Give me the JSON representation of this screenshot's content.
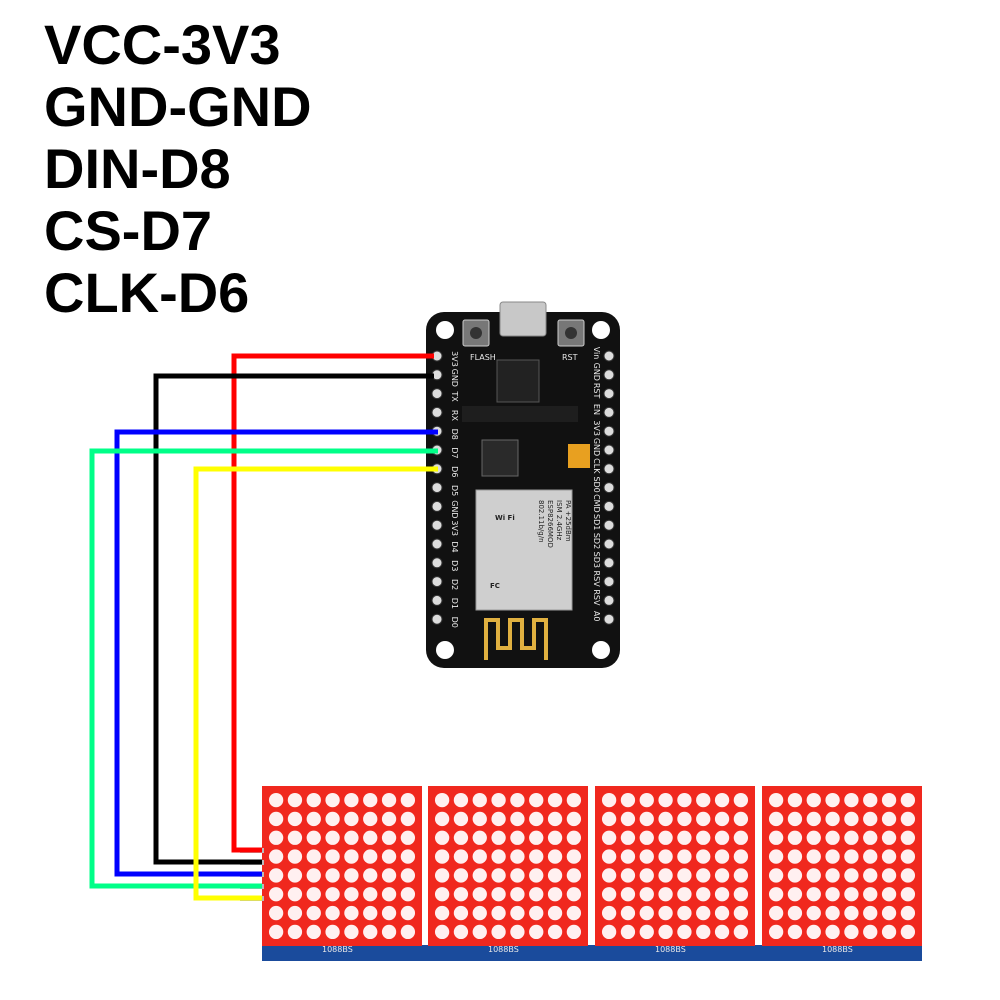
{
  "connections": [
    {
      "label": "VCC-3V3",
      "wire_color": "#ff0000",
      "board_pin": "3V3"
    },
    {
      "label": "GND-GND",
      "wire_color": "#000000",
      "board_pin": "GND"
    },
    {
      "label": "DIN-D8",
      "wire_color": "#0000ff",
      "board_pin": "D8"
    },
    {
      "label": "CS-D7",
      "wire_color": "#00ff88",
      "board_pin": "D7"
    },
    {
      "label": "CLK-D6",
      "wire_color": "#ffff00",
      "board_pin": "D6"
    }
  ],
  "board": {
    "pins_left": [
      "3V3",
      "GND",
      "TX",
      "RX",
      "D8",
      "D7",
      "D6",
      "D5",
      "GND",
      "3V3",
      "D4",
      "D3",
      "D2",
      "D1",
      "D0"
    ],
    "pins_right": [
      "Vin",
      "GND",
      "RST",
      "EN",
      "3V3",
      "GND",
      "CLK",
      "SD0",
      "CMD",
      "SD1",
      "SD2",
      "SD3",
      "RSV",
      "RSV",
      "A0"
    ],
    "button_labels": [
      "FLASH",
      "RST"
    ],
    "module_text": [
      "ESP8266MOD",
      "ISM 2.4GHz",
      "PA +25dBm",
      "802.11b/g/n"
    ],
    "wifi_logo": "Wi Fi",
    "fc_logo": "FC",
    "colors": {
      "pcb": "#111111",
      "chip": "#cfcfcf",
      "antenna": "#e0b040"
    }
  },
  "led_matrix": {
    "modules": 4,
    "rows": 8,
    "cols": 8,
    "module_label": "1088BS",
    "colors": {
      "body": "#f0281e",
      "dot": "#fff0f0",
      "pcb": "#1a4b9c"
    }
  }
}
